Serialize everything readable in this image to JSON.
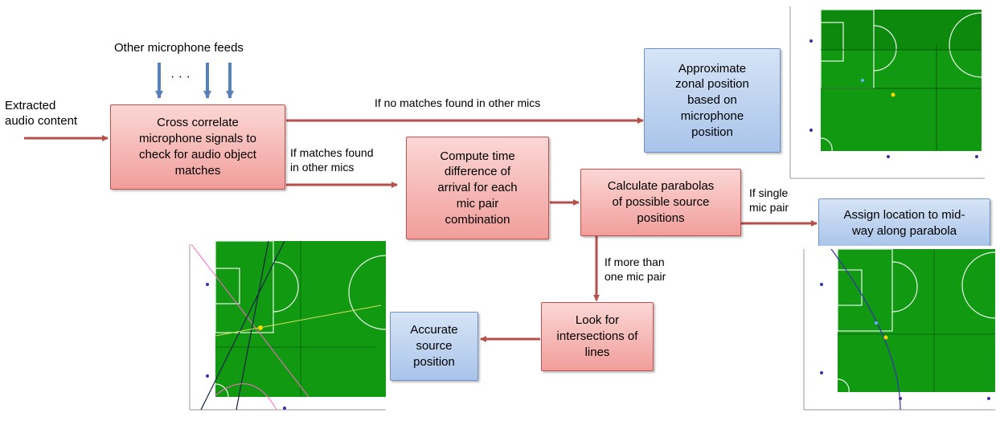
{
  "nodes": {
    "extracted": "Extracted\naudio content",
    "other_feeds": "Other microphone feeds",
    "dots": "· · ·",
    "cross_correlate": "Cross correlate\nmicrophone signals to\ncheck for audio object\nmatches",
    "approx_zonal": "Approximate\nzonal position\nbased on\nmicrophone\nposition",
    "compute_tdoa": "Compute time\ndifference of\narrival for each\nmic pair\ncombination",
    "calc_parabolas": "Calculate parabolas\nof possible source\npositions",
    "assign_location": "Assign location to mid-\nway along parabola",
    "look_intersections": "Look for\nintersections of\nlines",
    "accurate_source": "Accurate\nsource\nposition"
  },
  "edges": {
    "no_match": "If no matches found in other mics",
    "match": "If matches found\nin other mics",
    "single_pair": "If single\nmic pair",
    "more_pairs": "If more than\none mic pair"
  },
  "colors": {
    "arrow": "#b5504a",
    "feed_arrow": "#5a80b8",
    "pitch": "#119a11",
    "pitch_line": "#e8f5e8",
    "source_dot": "#ffd700"
  }
}
